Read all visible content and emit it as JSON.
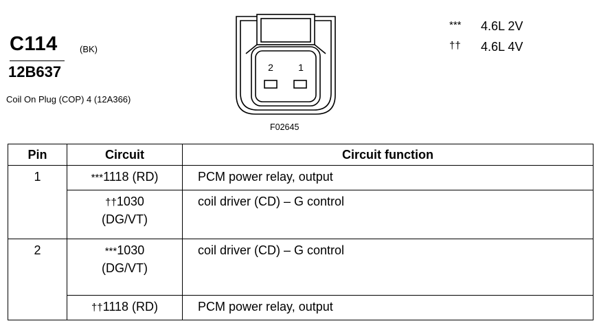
{
  "header": {
    "connector_id": "C114",
    "connector_color": "(BK)",
    "part_number": "12B637",
    "description": "Coil On Plug (COP) 4 (12A366)"
  },
  "figure": {
    "id": "F02645",
    "pin_labels": [
      "2",
      "1"
    ]
  },
  "legend": [
    {
      "symbol": "***",
      "text": "4.6L 2V"
    },
    {
      "symbol": "††",
      "text": "4.6L 4V"
    }
  ],
  "table": {
    "headers": [
      "Pin",
      "Circuit",
      "Circuit function"
    ],
    "rows": [
      {
        "pin": "1",
        "symbol": "***",
        "circuit": "1118 (RD)",
        "circuit_line2": "",
        "function": "PCM power relay, output"
      },
      {
        "pin": "",
        "symbol": "††",
        "circuit": "1030",
        "circuit_line2": "(DG/VT)",
        "function": "coil driver (CD) – G control"
      },
      {
        "pin": "2",
        "symbol": "***",
        "circuit": "1030",
        "circuit_line2": "(DG/VT)",
        "function": "coil driver (CD) – G control"
      },
      {
        "pin": "",
        "symbol": "††",
        "circuit": "1118 (RD)",
        "circuit_line2": "",
        "function": "PCM power relay, output"
      }
    ]
  }
}
